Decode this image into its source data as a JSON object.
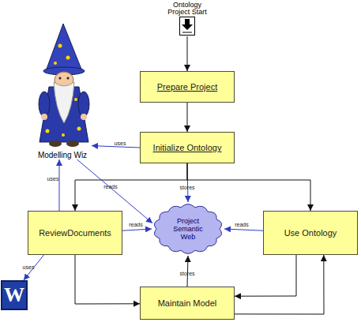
{
  "diagram": {
    "nodes": [
      {
        "text": [
          "Ontology Project Start"
        ]
      },
      {
        "text": [
          "Prepare Project"
        ]
      },
      {
        "text": [
          "Initialize Ontology"
        ]
      },
      {
        "text": [
          "Modelling Wiz"
        ]
      },
      {
        "text": [
          "Project Semantic Web"
        ]
      },
      {
        "text": [
          "ReviewDocuments"
        ]
      },
      {
        "text": [
          "Use Ontology"
        ]
      },
      {
        "text": [
          "Maintain Model"
        ]
      },
      {
        "text": [
          "W"
        ]
      }
    ],
    "edges": [
      {
        "from": 0,
        "to": 1,
        "arrow": "to"
      },
      {
        "from": 1,
        "to": 2,
        "arrow": "to"
      },
      {
        "from": 2,
        "to": 3,
        "label": "uses",
        "arrow": "to"
      },
      {
        "from": 2,
        "to": 4,
        "label": "stores",
        "arrow": "to"
      },
      {
        "from": 2,
        "to": 5,
        "arrow": "to"
      },
      {
        "from": 2,
        "to": 6,
        "arrow": "to"
      },
      {
        "from": 5,
        "to": 3,
        "label": "uses",
        "arrow": "to"
      },
      {
        "from": 3,
        "to": 4,
        "label": "reads",
        "arrow": "to"
      },
      {
        "from": 5,
        "to": 4,
        "label": "reads",
        "arrow": "to"
      },
      {
        "from": 6,
        "to": 4,
        "label": "reads",
        "arrow": "to"
      },
      {
        "from": 5,
        "to": 8,
        "label": "uses",
        "arrow": "to"
      },
      {
        "from": 5,
        "to": 7,
        "arrow": "to"
      },
      {
        "from": 7,
        "to": 4,
        "label": "stores",
        "arrow": "to"
      },
      {
        "from": 6,
        "to": 7,
        "arrow": "to"
      },
      {
        "from": 7,
        "to": 6,
        "arrow": "to"
      }
    ]
  }
}
